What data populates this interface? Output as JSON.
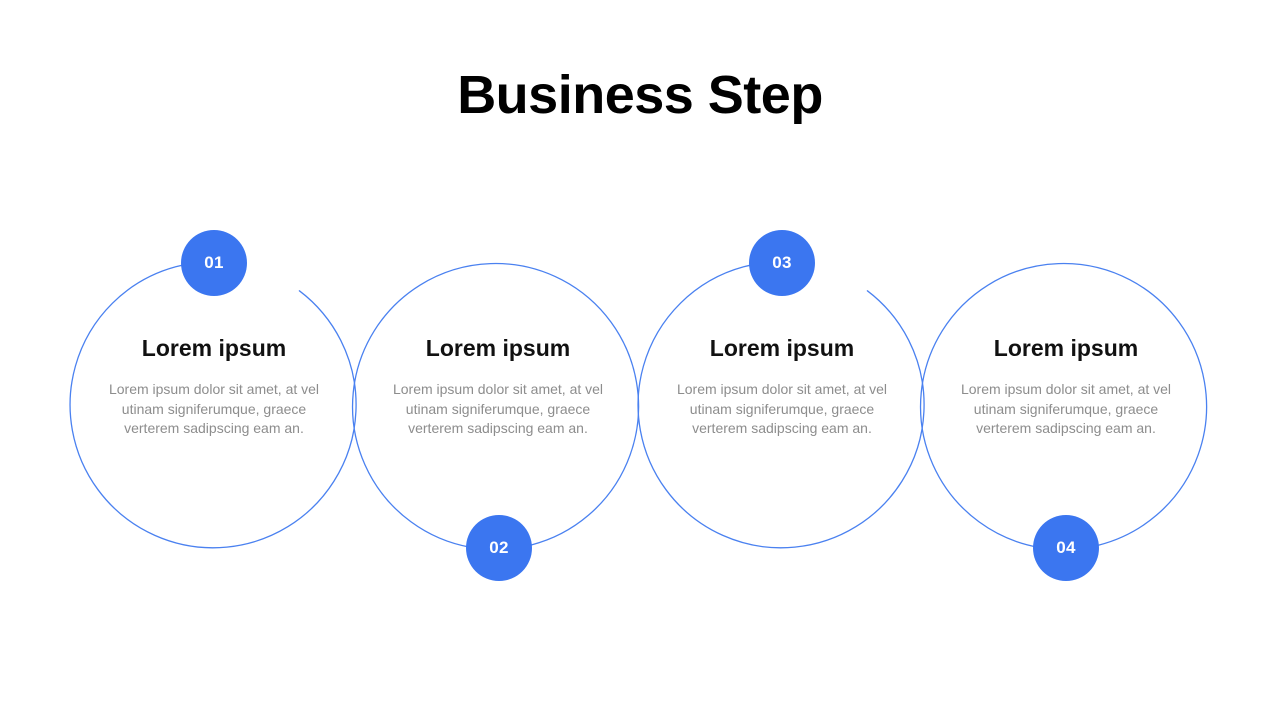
{
  "slide": {
    "title": "Business Step",
    "background_color": "#FFFFFF",
    "accent_color": "#3B76F0",
    "heading_color": "#111111",
    "body_color": "#8D8D8D",
    "stroke_color": "#4A81F0"
  },
  "steps": [
    {
      "number": "01",
      "heading": "Lorem ipsum",
      "body": "Lorem ipsum dolor sit amet, at vel utinam signiferumque, graece verterem sadipscing eam an.",
      "badge_position": "top"
    },
    {
      "number": "02",
      "heading": "Lorem ipsum",
      "body": "Lorem ipsum dolor sit amet, at vel utinam signiferumque, graece verterem sadipscing eam an.",
      "badge_position": "bottom"
    },
    {
      "number": "03",
      "heading": "Lorem ipsum",
      "body": "Lorem ipsum dolor sit amet, at vel utinam signiferumque, graece verterem sadipscing eam an.",
      "badge_position": "top"
    },
    {
      "number": "04",
      "heading": "Lorem ipsum",
      "body": "Lorem ipsum dolor sit amet, at vel utinam signiferumque, graece verterem sadipscing eam an.",
      "badge_position": "bottom"
    }
  ]
}
